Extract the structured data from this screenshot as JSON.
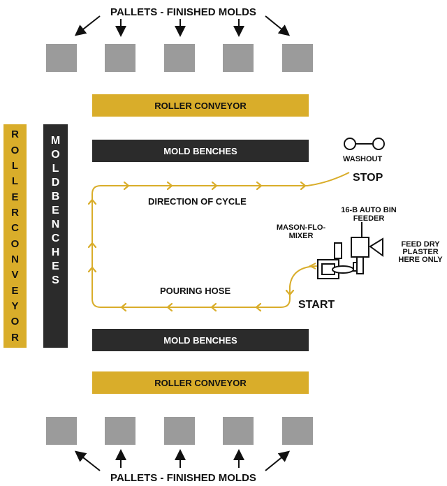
{
  "pallets": {
    "top_label": "PALLETS - FINISHED MOLDS",
    "bottom_label": "PALLETS - FINISHED MOLDS"
  },
  "conveyors": {
    "top": "ROLLER CONVEYOR",
    "bottom": "ROLLER CONVEYOR",
    "left_vertical": "ROLLER CONVEYOR"
  },
  "benches": {
    "top": "MOLD BENCHES",
    "bottom": "MOLD BENCHES",
    "left_vertical": "MOLD BENCHES"
  },
  "cycle": {
    "direction_label": "DIRECTION OF CYCLE",
    "hose_label": "POURING HOSE",
    "start_label": "START",
    "stop_label": "STOP"
  },
  "equipment": {
    "washout_label": "WASHOUT",
    "feeder_label": [
      "16-B AUTO BIN",
      "FEEDER"
    ],
    "mixer_label": [
      "MASON-FLO-",
      "MIXER"
    ],
    "feed_note": [
      "FEED DRY",
      "PLASTER",
      "HERE ONLY"
    ]
  },
  "colors": {
    "conveyor": "#d9ad2a",
    "bench": "#2b2b2b",
    "pallet": "#9b9b9b",
    "cycle_path": "#d9ad2a",
    "text": "#111111"
  },
  "icons": [
    "washout-icon",
    "mixer-icon",
    "feeder-icon",
    "feed-funnel-icon",
    "arrow-icon"
  ]
}
